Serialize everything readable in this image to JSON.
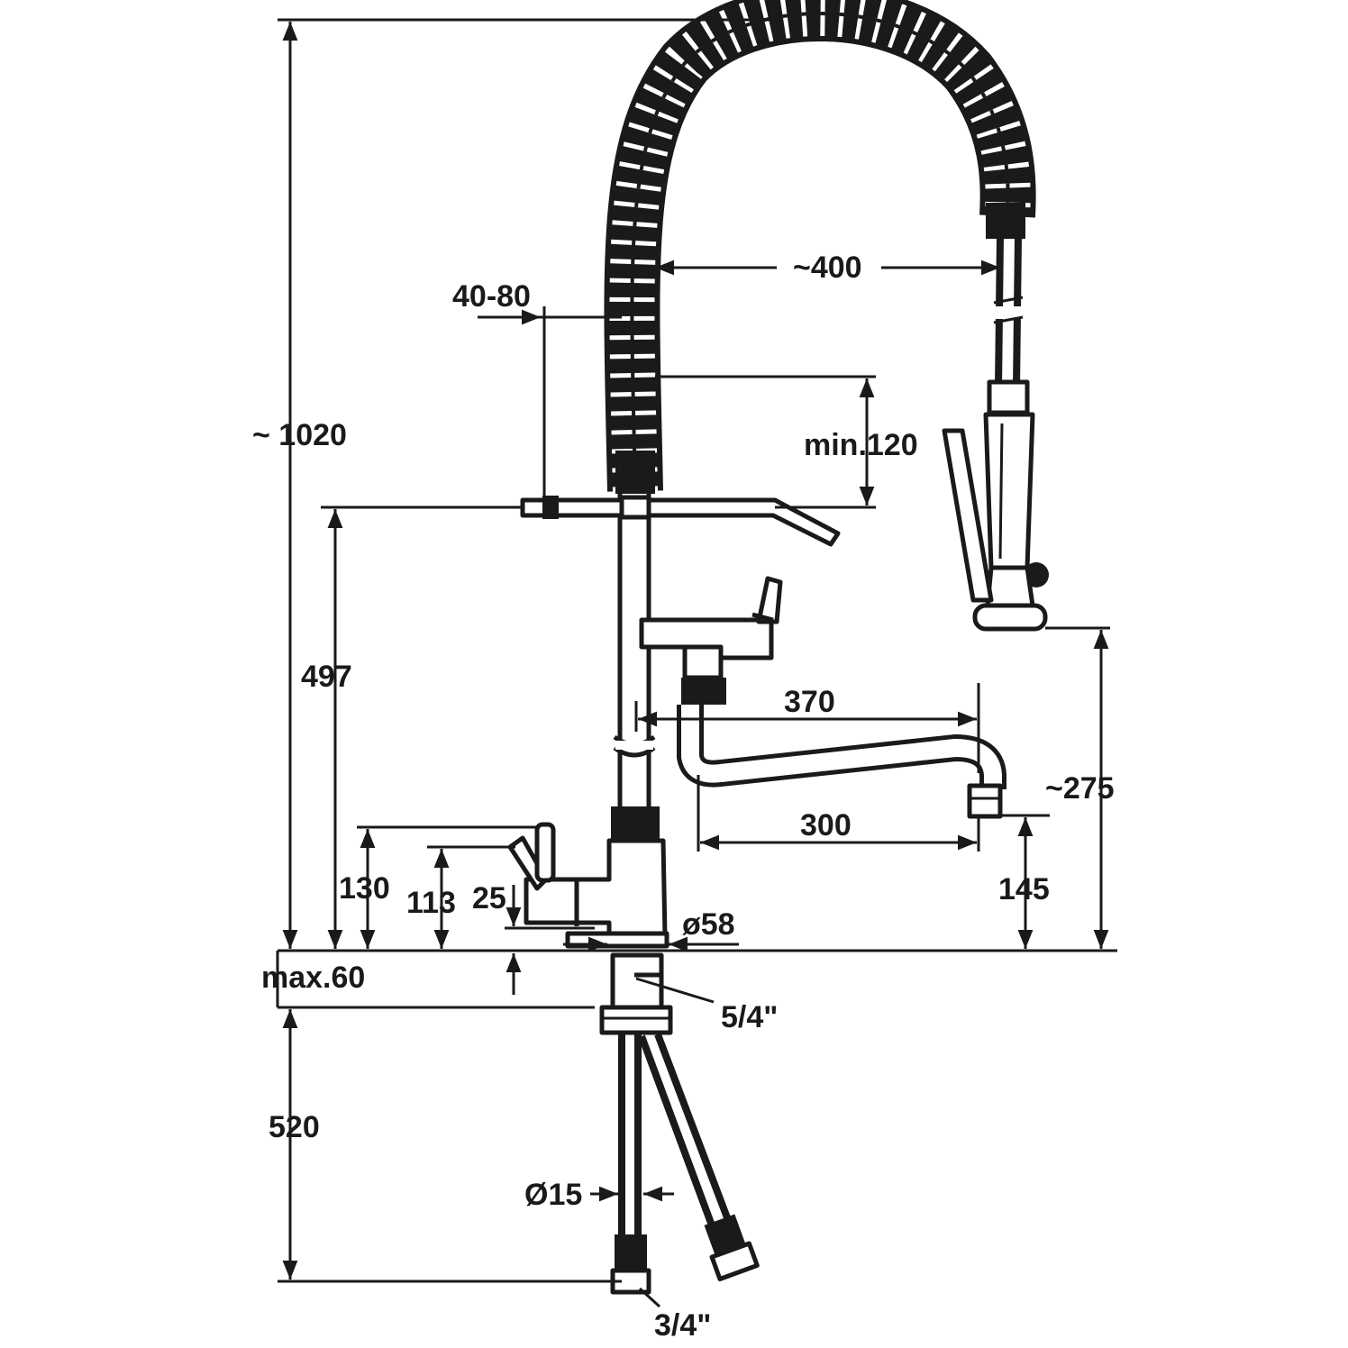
{
  "dimensions": {
    "total_height": "~ 1020",
    "hose_reach": "~400",
    "wall_offset": "40-80",
    "min_clearance": "min.120",
    "column_height": "497",
    "spout_reach_upper": "370",
    "spout_reach_lower": "300",
    "spray_head_height": "~275",
    "spout_outlet_height": "145",
    "lever_height_130": "130",
    "lever_height_113": "113",
    "lever_offset": "25",
    "base_diameter": "ø58",
    "max_deck_thickness": "max.60",
    "shank_thread": "5/4\"",
    "hose_length": "520",
    "hose_diameter": "Ø15",
    "hose_connection": "3/4\""
  }
}
